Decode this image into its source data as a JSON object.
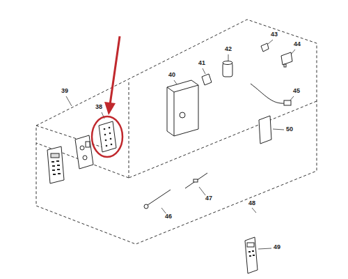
{
  "diagram": {
    "labels": [
      "43",
      "44",
      "42",
      "41",
      "40",
      "45",
      "39",
      "38",
      "50",
      "47",
      "46",
      "48",
      "49"
    ]
  }
}
